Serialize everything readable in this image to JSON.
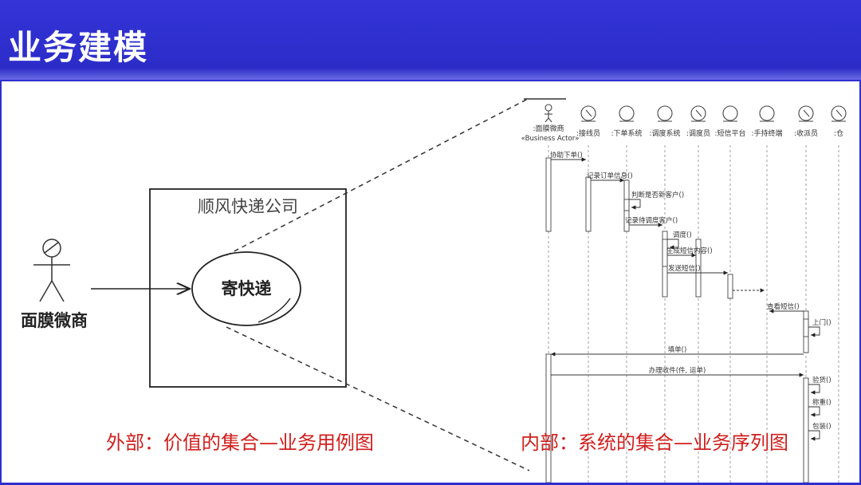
{
  "header": {
    "title": "业务建模"
  },
  "usecase": {
    "actor": "面膜微商",
    "system": "顺风快递公司",
    "case": "寄快递"
  },
  "sequence": {
    "lifelines": [
      ":面膜微商",
      ":接线员",
      ":下单系统",
      ":调度系统",
      ":调度员",
      ":短信平台",
      ":手持终端",
      ":收派员",
      ":仓"
    ],
    "actor_stereotype": "«Business Actor»",
    "messages": [
      "协助下单()",
      "记录订单信息()",
      "判断是否新客户()",
      "记录待调度客户()",
      "调度()",
      "生成短信内容()",
      "发送短信()",
      "查看短信()",
      "上门()",
      "填单()",
      "办理收件(件, 运单)",
      "验货()",
      "称重()",
      "包装()"
    ]
  },
  "captions": {
    "left": "外部：价值的集合—业务用例图",
    "right": "内部：系统的集合—业务序列图"
  },
  "colors": {
    "header": "#2e2fcf",
    "caption": "#d0201e",
    "lines": "#222222"
  }
}
